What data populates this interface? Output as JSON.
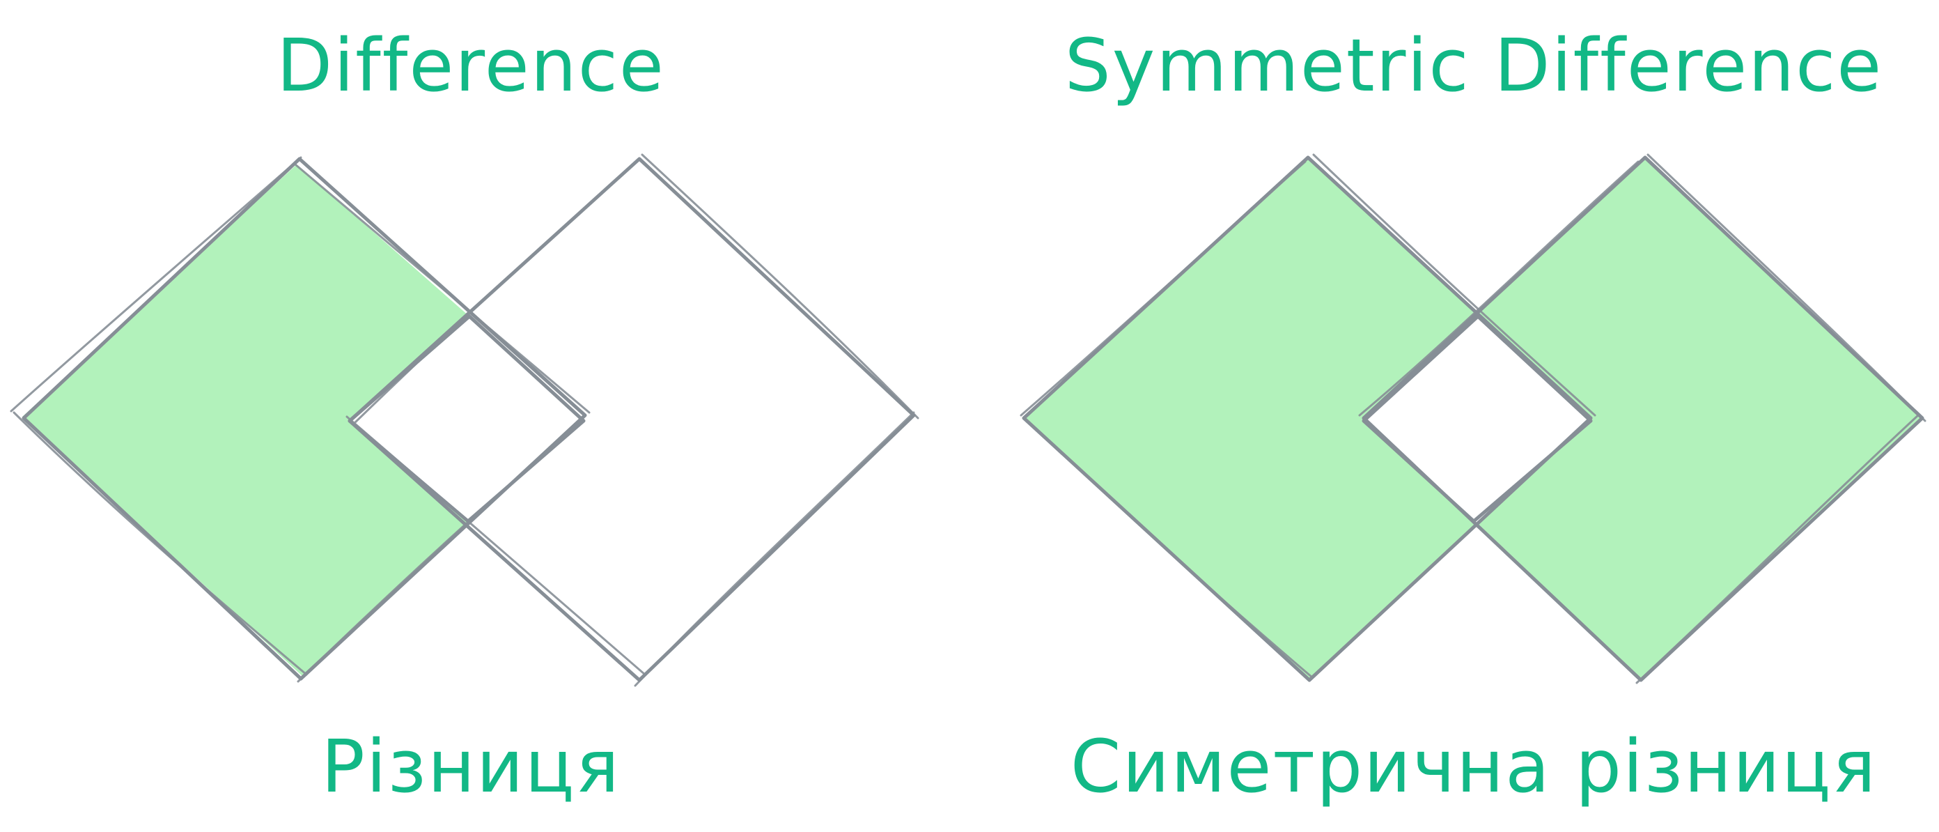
{
  "labels": {
    "difference_title": "Difference",
    "symmetric_difference_title": "Symmetric Difference",
    "difference_ukrainian": "Різниця",
    "symmetric_difference_ukrainian": "Симетрична різниця"
  },
  "colors": {
    "text": "#12b886",
    "fill": "#b2f2bb",
    "stroke": "#868e96",
    "background": "#ffffff"
  }
}
